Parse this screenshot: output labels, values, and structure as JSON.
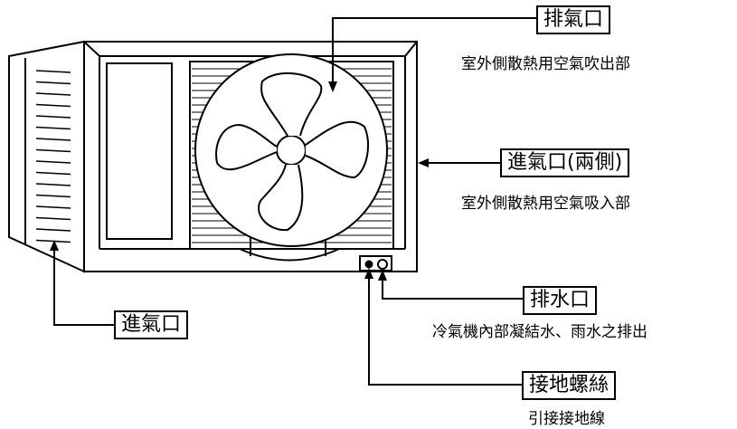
{
  "labels": {
    "exhaust": {
      "title": "排氣口",
      "desc": "室外側散熱用空氣吹出部"
    },
    "side_intake": {
      "title": "進氣口(兩側)",
      "desc": "室外側散熱用空氣吸入部"
    },
    "drain": {
      "title": "排水口",
      "desc": "冷氣機內部凝結水、雨水之排出"
    },
    "ground_screw": {
      "title": "接地螺絲",
      "desc": "引接接地線"
    },
    "left_intake": {
      "title": "進氣口"
    }
  }
}
